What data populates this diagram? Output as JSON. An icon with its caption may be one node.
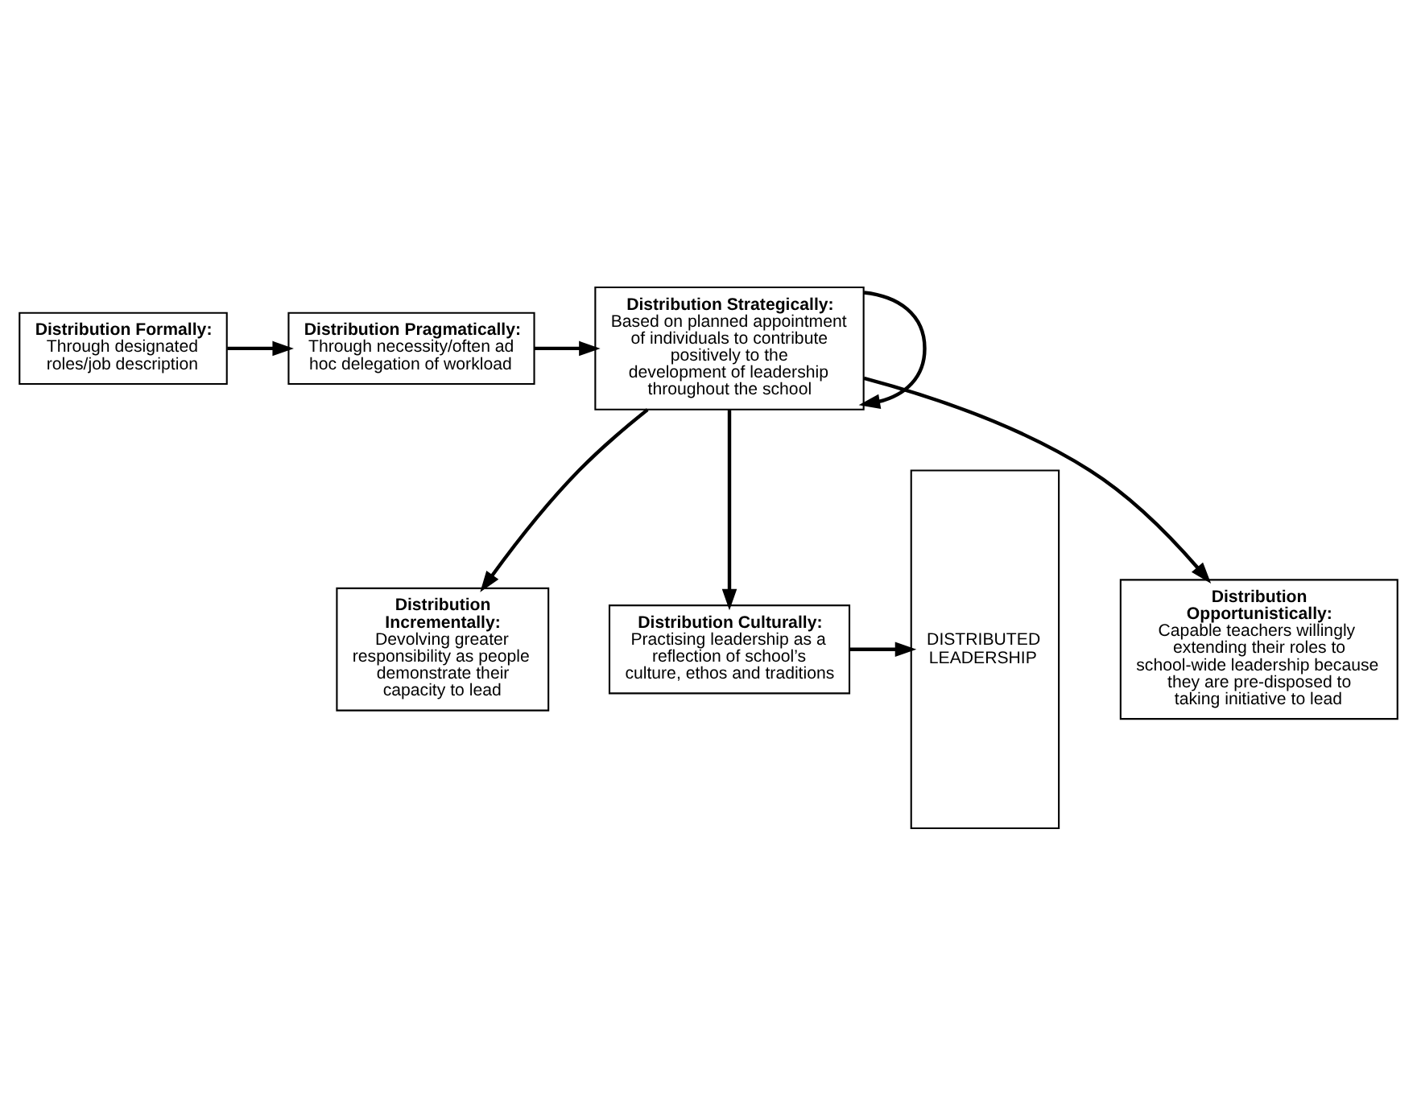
{
  "diagram": {
    "nodes": [
      {
        "text": [
          "Distribution Formally:",
          "Through designated roles/job description"
        ]
      },
      {
        "text": [
          "Distribution Pragmatically:",
          "Through necessity/often ad hoc delegation of workload"
        ]
      },
      {
        "text": [
          "Distribution Strategically:",
          "Based on planned appointment of individuals to contribute positively to the development of leadership throughout the school"
        ]
      },
      {
        "text": [
          "Distribution Incrementally:",
          "Devolving greater responsibility as people demonstrate their capacity to lead"
        ]
      },
      {
        "text": [
          "Distribution Culturally:",
          "Practising leadership as a reflection of school’s culture, ethos and traditions"
        ]
      },
      {
        "text": [
          "Distribution Opportunistically:",
          "Capable teachers willingly extending their roles to school-wide leadership because they are pre-disposed to taking initiative to lead"
        ]
      },
      {
        "text": [
          "DISTRIBUTED LEADERSHIP"
        ]
      }
    ],
    "edges": [
      {
        "from": 0,
        "to": 1,
        "arrow": "to"
      },
      {
        "from": 1,
        "to": 2,
        "arrow": "to"
      },
      {
        "from": 2,
        "to": 2,
        "arrow": "to"
      },
      {
        "from": 2,
        "to": 3,
        "arrow": "to"
      },
      {
        "from": 2,
        "to": 5,
        "arrow": "to"
      },
      {
        "from": 2,
        "to": 4,
        "arrow": "to"
      },
      {
        "from": 4,
        "to": 6,
        "arrow": "to"
      }
    ]
  }
}
